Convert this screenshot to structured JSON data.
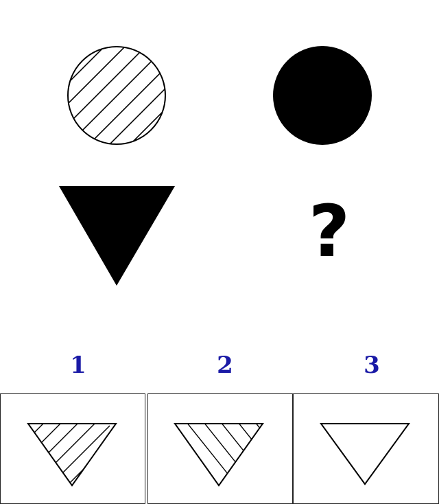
{
  "puzzle": {
    "cells": [
      {
        "shape": "circle",
        "fill": "hatched-diagonal"
      },
      {
        "shape": "circle",
        "fill": "solid-black"
      },
      {
        "shape": "triangle-down",
        "fill": "solid-black"
      },
      {
        "shape": "unknown",
        "text": "?"
      }
    ]
  },
  "options": [
    {
      "label": "1",
      "shape": "triangle-down",
      "fill": "hatched-forward"
    },
    {
      "label": "2",
      "shape": "triangle-down",
      "fill": "hatched-backward"
    },
    {
      "label": "3",
      "shape": "triangle-down",
      "fill": "empty"
    }
  ],
  "colors": {
    "ink": "#000000",
    "label": "#1a1aa6",
    "background": "#ffffff"
  }
}
